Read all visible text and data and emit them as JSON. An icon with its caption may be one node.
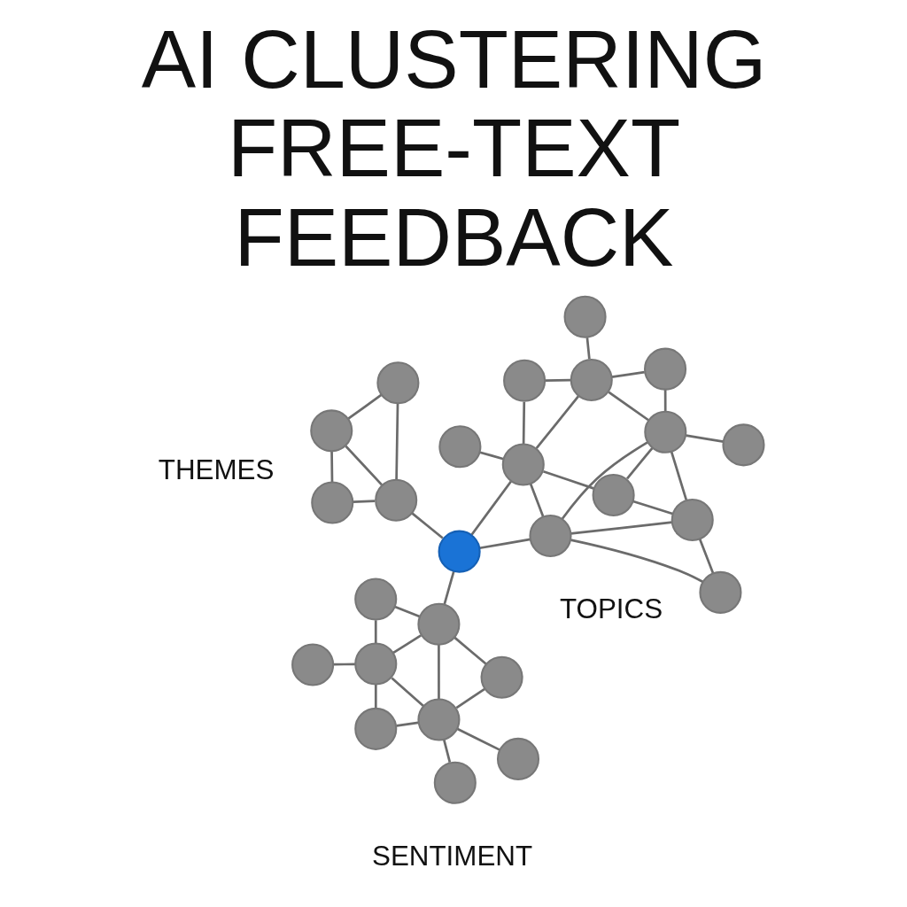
{
  "diagram": {
    "title": "AI CLUSTERING FREE-TEXT FEEDBACK",
    "nodes": [
      {
        "text": [],
        "shape": "circle"
      },
      {
        "text": [],
        "shape": "circle"
      },
      {
        "text": [],
        "shape": "circle"
      },
      {
        "text": [],
        "shape": "circle"
      },
      {
        "text": [],
        "shape": "circle"
      },
      {
        "text": [],
        "shape": "circle"
      },
      {
        "text": [],
        "shape": "circle"
      },
      {
        "text": [],
        "shape": "circle"
      },
      {
        "text": [],
        "shape": "circle"
      },
      {
        "text": [],
        "shape": "circle"
      },
      {
        "text": [],
        "shape": "circle"
      },
      {
        "text": [],
        "shape": "circle"
      },
      {
        "text": [],
        "shape": "circle"
      },
      {
        "text": [],
        "shape": "circle"
      },
      {
        "text": [],
        "shape": "circle"
      },
      {
        "text": [],
        "shape": "circle"
      },
      {
        "text": [],
        "shape": "circle"
      },
      {
        "text": [],
        "shape": "circle"
      },
      {
        "text": [],
        "shape": "circle"
      },
      {
        "text": [],
        "shape": "circle"
      },
      {
        "text": [],
        "shape": "circle"
      },
      {
        "text": [],
        "shape": "circle"
      },
      {
        "text": [],
        "shape": "circle"
      },
      {
        "text": [],
        "shape": "circle"
      },
      {
        "text": [],
        "shape": "circle"
      },
      {
        "text": [],
        "shape": "circle"
      }
    ],
    "edges": [
      {
        "from": 0,
        "to": 1,
        "arrow": "none"
      },
      {
        "from": 0,
        "to": 2,
        "arrow": "none"
      },
      {
        "from": 1,
        "to": 2,
        "arrow": "none"
      },
      {
        "from": 1,
        "to": 3,
        "arrow": "none"
      },
      {
        "from": 2,
        "to": 3,
        "arrow": "none"
      },
      {
        "from": 2,
        "to": 4,
        "arrow": "none"
      },
      {
        "from": 5,
        "to": 9,
        "arrow": "none"
      },
      {
        "from": 5,
        "to": 8,
        "arrow": "none"
      },
      {
        "from": 6,
        "to": 8,
        "arrow": "none"
      },
      {
        "from": 7,
        "to": 9,
        "arrow": "none"
      },
      {
        "from": 9,
        "to": 8,
        "arrow": "none"
      },
      {
        "from": 8,
        "to": 10,
        "arrow": "none"
      },
      {
        "from": 8,
        "to": 11,
        "arrow": "none"
      },
      {
        "from": 10,
        "to": 11,
        "arrow": "none"
      },
      {
        "from": 11,
        "to": 12,
        "arrow": "none"
      },
      {
        "from": 4,
        "to": 9,
        "arrow": "none"
      },
      {
        "from": 4,
        "to": 13,
        "arrow": "none"
      },
      {
        "from": 9,
        "to": 13,
        "arrow": "none"
      },
      {
        "from": 9,
        "to": 14,
        "arrow": "none"
      },
      {
        "from": 13,
        "to": 11,
        "arrow": "none"
      },
      {
        "from": 13,
        "to": 15,
        "arrow": "none"
      },
      {
        "from": 13,
        "to": 16,
        "arrow": "none"
      },
      {
        "from": 11,
        "to": 15,
        "arrow": "none"
      },
      {
        "from": 11,
        "to": 14,
        "arrow": "none"
      },
      {
        "from": 15,
        "to": 14,
        "arrow": "none"
      },
      {
        "from": 15,
        "to": 16,
        "arrow": "none"
      },
      {
        "from": 4,
        "to": 18,
        "arrow": "none"
      },
      {
        "from": 17,
        "to": 18,
        "arrow": "none"
      },
      {
        "from": 17,
        "to": 20,
        "arrow": "none"
      },
      {
        "from": 19,
        "to": 20,
        "arrow": "none"
      },
      {
        "from": 20,
        "to": 18,
        "arrow": "none"
      },
      {
        "from": 18,
        "to": 22,
        "arrow": "none"
      },
      {
        "from": 18,
        "to": 21,
        "arrow": "none"
      },
      {
        "from": 20,
        "to": 22,
        "arrow": "none"
      },
      {
        "from": 20,
        "to": 23,
        "arrow": "none"
      },
      {
        "from": 20,
        "to": 25,
        "arrow": "none"
      },
      {
        "from": 22,
        "to": 21,
        "arrow": "none"
      },
      {
        "from": 22,
        "to": 25,
        "arrow": "none"
      },
      {
        "from": 22,
        "to": 24,
        "arrow": "none"
      }
    ],
    "labels": [
      "THEMES",
      "TOPICS",
      "SENTIMENT"
    ]
  }
}
